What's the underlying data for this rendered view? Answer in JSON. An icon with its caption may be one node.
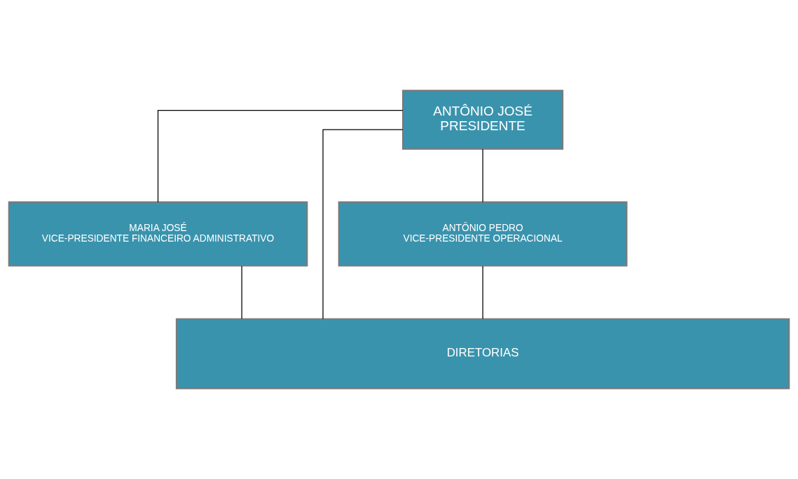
{
  "diagram": {
    "nodes": [
      {
        "text": [
          "ANTÔNIO JOSÉ",
          "PRESIDENTE"
        ]
      },
      {
        "text": [
          "MARIA JOSÉ",
          "VICE-PRESIDENTE FINANCEIRO ADMINISTRATIVO"
        ]
      },
      {
        "text": [
          "ANTÔNIO PEDRO",
          "VICE-PRESIDENTE OPERACIONAL"
        ]
      },
      {
        "text": [
          "DIRETORIAS"
        ]
      }
    ],
    "edges": [
      {
        "from": 0,
        "to": 1,
        "arrow": "none"
      },
      {
        "from": 0,
        "to": 2,
        "arrow": "none"
      },
      {
        "from": 0,
        "to": 3,
        "arrow": "none"
      },
      {
        "from": 1,
        "to": 3,
        "arrow": "none"
      },
      {
        "from": 2,
        "to": 3,
        "arrow": "none"
      }
    ]
  }
}
